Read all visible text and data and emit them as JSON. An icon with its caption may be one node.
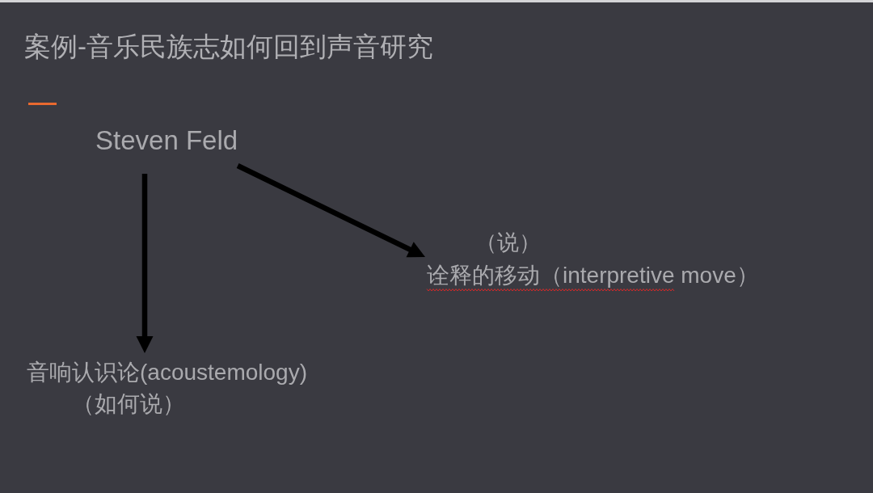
{
  "diagram": {
    "title": "案例-音乐民族志如何回到声音研究",
    "nodes": [
      {
        "text": [
          "Steven Feld"
        ]
      },
      {
        "text": [
          "（说）",
          "诠释的移动（interpretive move）"
        ]
      },
      {
        "text": [
          "音响认识论(acoustemology)",
          "（如何说）"
        ]
      }
    ],
    "edges": [
      {
        "from": 0,
        "to": 2,
        "arrow": "to"
      },
      {
        "from": 0,
        "to": 1,
        "arrow": "to"
      }
    ]
  }
}
